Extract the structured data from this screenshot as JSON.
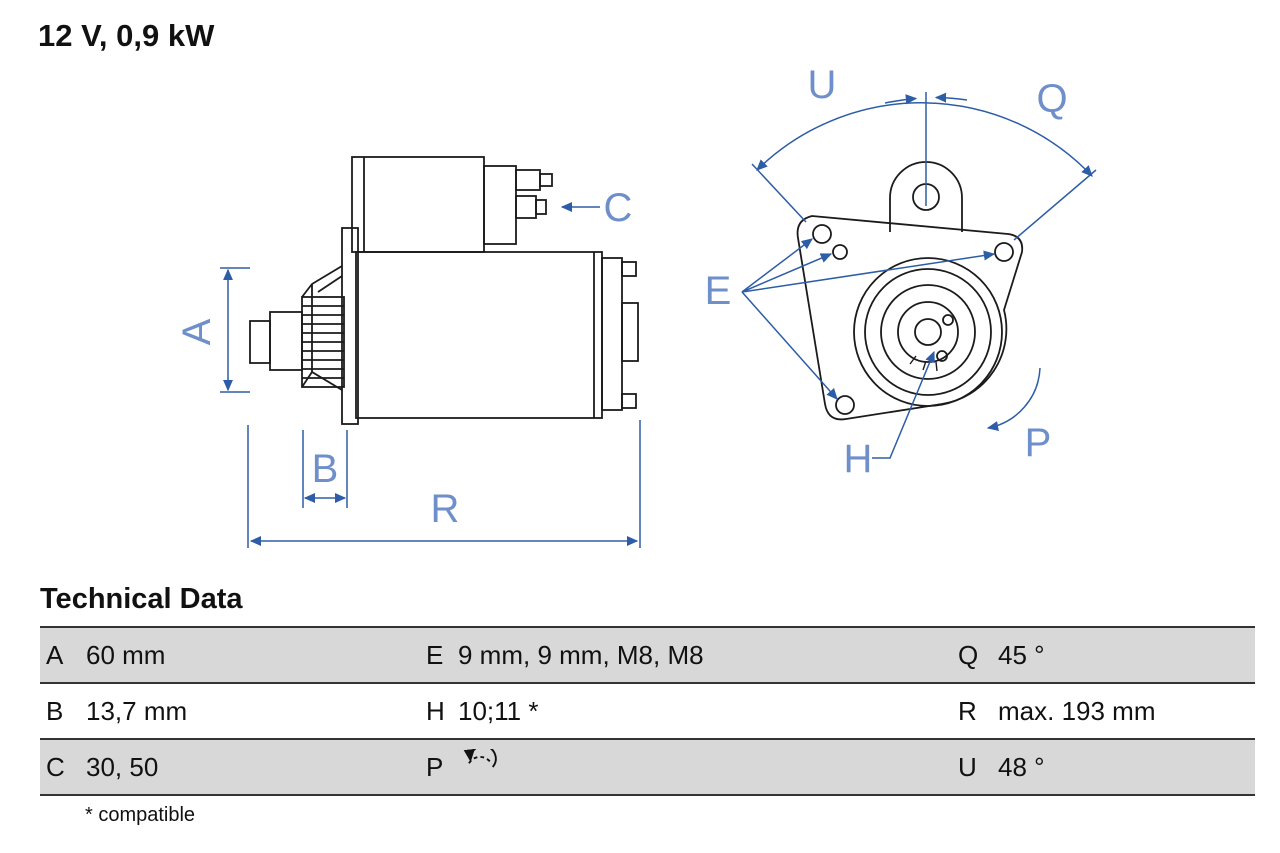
{
  "title": "12 V, 0,9 kW",
  "diagram": {
    "side_view_labels": {
      "A": "A",
      "B": "B",
      "C": "C",
      "R": "R"
    },
    "front_view_labels": {
      "U": "U",
      "Q": "Q",
      "E": "E",
      "H": "H",
      "P": "P"
    }
  },
  "technical_data": {
    "heading": "Technical Data",
    "rows": [
      [
        {
          "key": "A",
          "value": "60 mm"
        },
        {
          "key": "E",
          "value": "9 mm, 9 mm, M8, M8"
        },
        {
          "key": "Q",
          "value": "45 °"
        }
      ],
      [
        {
          "key": "B",
          "value": "13,7 mm"
        },
        {
          "key": "H",
          "value": "10;11 *"
        },
        {
          "key": "R",
          "value": "max. 193 mm"
        }
      ],
      [
        {
          "key": "C",
          "value": "30, 50"
        },
        {
          "key": "P",
          "value": "",
          "icon": "ccw-rotation-arrow-icon"
        },
        {
          "key": "U",
          "value": "48 °"
        }
      ]
    ],
    "footnote": "* compatible"
  },
  "colors": {
    "dimension_blue": "#2d5da6",
    "label_blue": "#6e8fc9",
    "line_black": "#1b1b1b",
    "row_gray": "#d8d8d8"
  }
}
